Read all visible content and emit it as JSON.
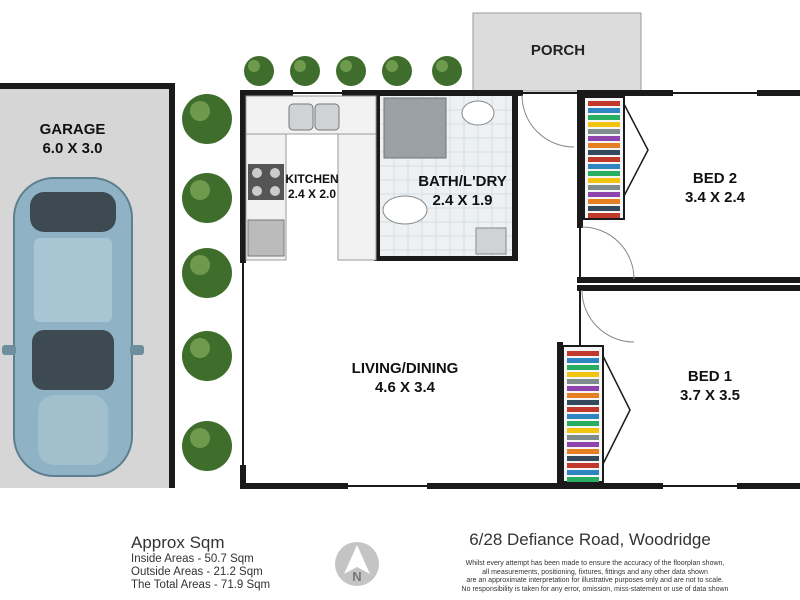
{
  "rooms": {
    "porch": {
      "name": "PORCH"
    },
    "garage": {
      "name": "GARAGE",
      "size": "6.0 X 3.0"
    },
    "kitchen": {
      "name": "KITCHEN",
      "size": "2.4 X 2.0"
    },
    "bath": {
      "name": "BATH/L'DRY",
      "size": "2.4 X 1.9"
    },
    "bed2": {
      "name": "BED 2",
      "size": "3.4 X 2.4"
    },
    "bed1": {
      "name": "BED 1",
      "size": "3.7 X 3.5"
    },
    "living": {
      "name": "LIVING/DINING",
      "size": "4.6 X 3.4"
    }
  },
  "areas": {
    "title": "Approx Sqm",
    "inside": "Inside Areas - 50.7 Sqm",
    "outside": "Outside Areas - 21.2 Sqm",
    "total": "The Total Areas - 71.9 Sqm"
  },
  "address": "6/28 Defiance Road, Woodridge",
  "disclaimer": {
    "line1": "Whilst every attempt has been made to ensure the accuracy of the floorplan shown,",
    "line2": "all measurements, positioning, fixtures, fittings and any other data shown",
    "line3": "are an approximate interpretation for illustrative purposes only and are not to scale.",
    "line4": "No responsibility is taken for any error, omission, miss-statement or use of data shown"
  },
  "compass_letter": "N",
  "colors": {
    "wall": "#1a1a1a",
    "garage_floor": "#d6d6d6",
    "porch_floor": "#dcdcdc",
    "car_body": "#8fb3c4",
    "shrub": "#3f6e2c"
  }
}
